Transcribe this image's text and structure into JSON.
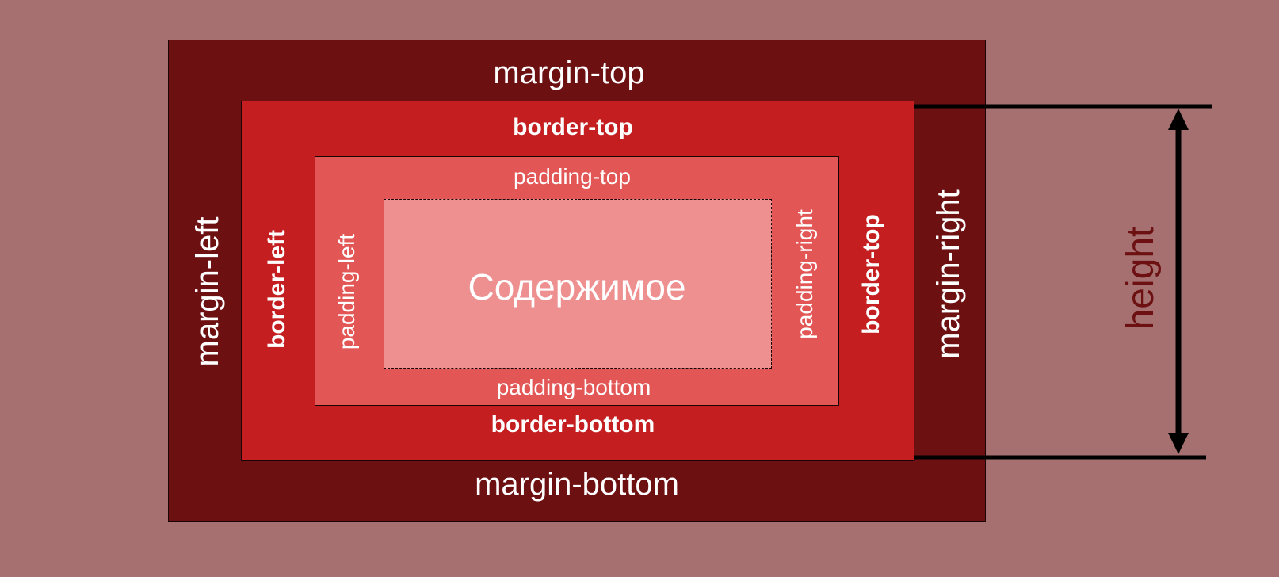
{
  "margin": {
    "top": "margin-top",
    "bottom": "margin-bottom",
    "left": "margin-left",
    "right": "margin-right"
  },
  "border": {
    "top": "border-top",
    "bottom": "border-bottom",
    "left": "border-left",
    "right": "border-top"
  },
  "padding": {
    "top": "padding-top",
    "bottom": "padding-bottom",
    "left": "padding-left",
    "right": "padding-right"
  },
  "content": {
    "label": "Содержимое"
  },
  "dimension": {
    "label": "height"
  },
  "colors": {
    "background": "#a5706f",
    "margin": "#6c1012",
    "border": "#c41e20",
    "padding": "#e35656",
    "content": "#ee9090"
  }
}
